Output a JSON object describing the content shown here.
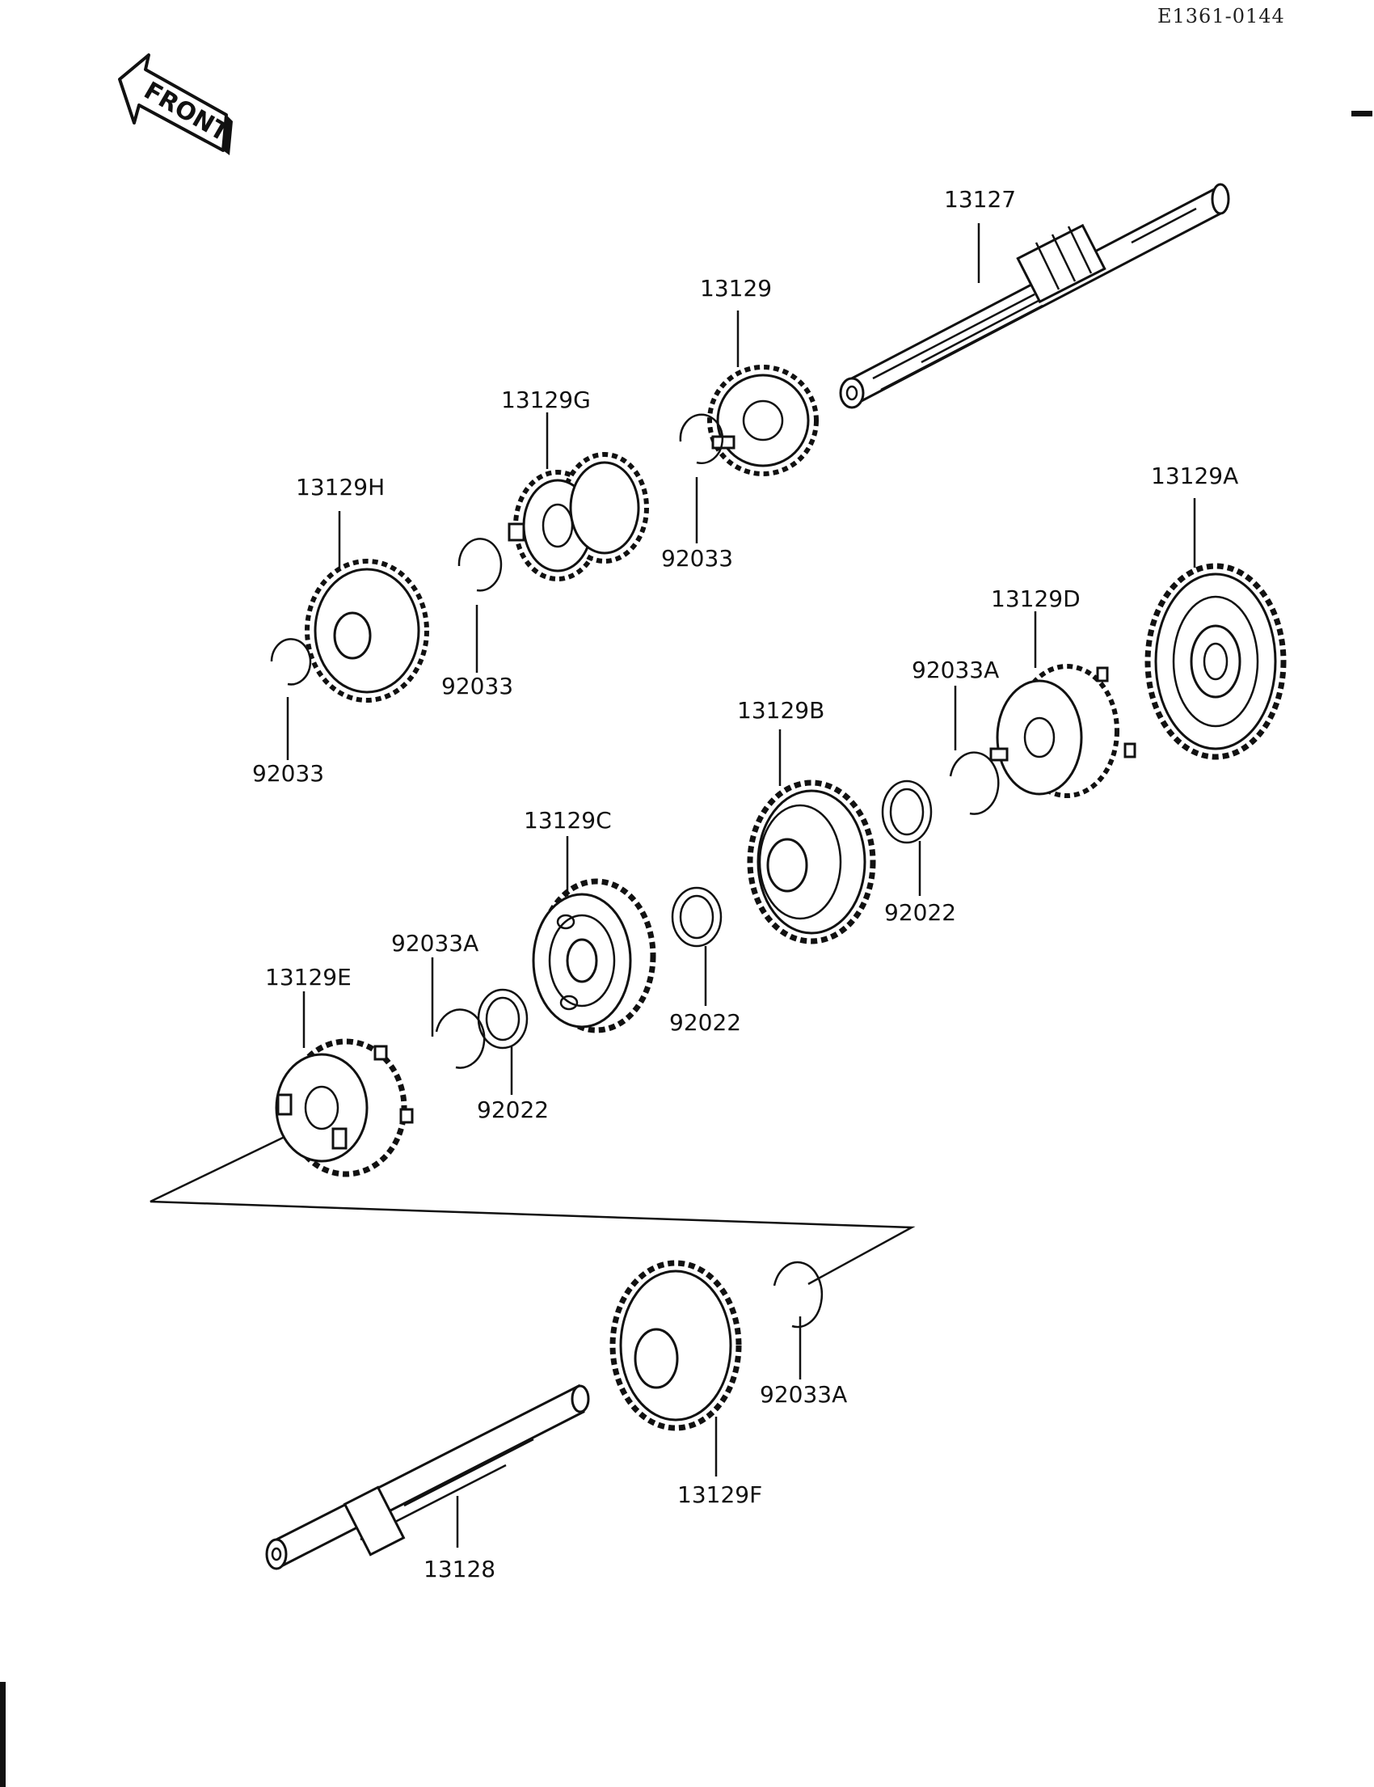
{
  "reference_code": "E1361-0144",
  "front_label": "FRONT",
  "labels": {
    "l_13127": "13127",
    "l_13129": "13129",
    "l_13129G": "13129G",
    "l_13129H": "13129H",
    "l_92033_top": "92033",
    "l_92033_mid": "92033",
    "l_92033_left": "92033",
    "l_13129A": "13129A",
    "l_13129D": "13129D",
    "l_92033A_right": "92033A",
    "l_13129B": "13129B",
    "l_92022_right": "92022",
    "l_13129C": "13129C",
    "l_92022_center": "92022",
    "l_92033A_left": "92033A",
    "l_92022_left": "92022",
    "l_13129E": "13129E",
    "l_92033A_bottom": "92033A",
    "l_13129F": "13129F",
    "l_13128": "13128"
  }
}
